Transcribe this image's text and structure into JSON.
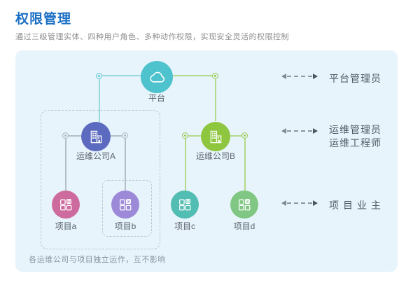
{
  "header": {
    "title": "权限管理",
    "subtitle": "通过三级管理实体、四种用户角色、多种动作权限，实现安全灵活的权限控制"
  },
  "diagram": {
    "platform": {
      "label": "平台",
      "color": "#4EC3CD",
      "icon": "cloud-icon"
    },
    "companies": [
      {
        "label": "运维公司A",
        "color": "#5C6BC0",
        "icon": "building-icon"
      },
      {
        "label": "运维公司B",
        "color": "#8EC63F",
        "icon": "building-icon"
      }
    ],
    "projects": [
      {
        "label": "项目a",
        "color": "#CE6B9E",
        "icon": "apps-grid-icon"
      },
      {
        "label": "项目b",
        "color": "#9C8AD8",
        "icon": "apps-grid-icon"
      },
      {
        "label": "项目c",
        "color": "#52BDB2",
        "icon": "apps-grid-icon"
      },
      {
        "label": "项目d",
        "color": "#80C783",
        "icon": "apps-grid-icon"
      }
    ],
    "roles": [
      {
        "lines": [
          "平台管理员"
        ]
      },
      {
        "lines": [
          "运维管理员",
          "运维工程师"
        ]
      },
      {
        "lines": [
          "项目业主"
        ]
      }
    ],
    "note": "各运维公司与项目独立运作，互不影响"
  },
  "colors": {
    "title": "#1A6FC4",
    "panel_bg": "#E8F4FC",
    "line_teal": "#9BD8DA",
    "line_green": "#B5D98B",
    "line_gray": "#B4BEC6",
    "dashed_border": "#B9C6CF",
    "label_text": "#5A646E",
    "role_text": "#4D5A66"
  }
}
